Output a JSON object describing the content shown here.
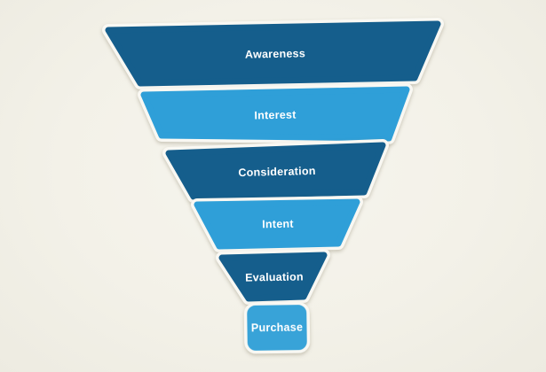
{
  "background_color": "#f2f0e7",
  "funnel": {
    "outline_color": "#f9f8f3",
    "label_color": "#ffffff",
    "stages": [
      {
        "label": "Awareness",
        "color": "#155e8c"
      },
      {
        "label": "Interest",
        "color": "#2f9fd8"
      },
      {
        "label": "Consideration",
        "color": "#155e8c"
      },
      {
        "label": "Intent",
        "color": "#2f9fd8"
      },
      {
        "label": "Evaluation",
        "color": "#155e8c"
      },
      {
        "label": "Purchase",
        "color": "#38a3d8"
      }
    ]
  }
}
